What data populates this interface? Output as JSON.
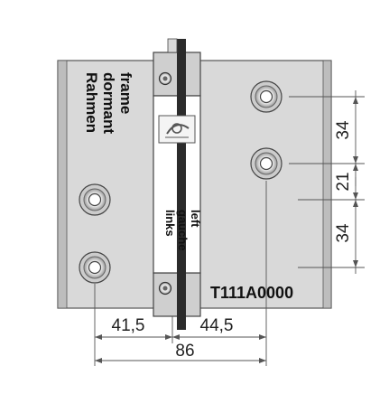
{
  "labels": {
    "frame_de": "Rahmen",
    "frame_fr": "dormant",
    "frame_en": "frame",
    "side_de": "links",
    "side_fr": "gauche",
    "side_en": "left",
    "part_number": "T111A0000"
  },
  "dimensions": {
    "vertical_top": "34",
    "vertical_mid": "21",
    "vertical_bottom": "34",
    "horizontal_left": "41,5",
    "horizontal_right": "44,5",
    "horizontal_total": "86"
  },
  "colors": {
    "plate": "#d9d9d9",
    "plate_edge": "#bdbdbd",
    "pin": "#2b2b2b",
    "outline": "#444444"
  }
}
